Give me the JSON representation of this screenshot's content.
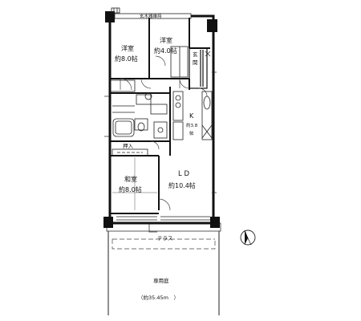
{
  "rooms": {
    "western_room_1": {
      "name": "洋室",
      "area": "約8.0帖"
    },
    "western_room_2": {
      "name": "洋室",
      "area": "約4.0帖"
    },
    "entrance": {
      "line1": "玄",
      "line2": "関"
    },
    "kitchen": {
      "name": "K",
      "area": "約3.8",
      "extra": "帖"
    },
    "storage": {
      "name": "押入"
    },
    "japanese_room": {
      "name": "和室",
      "area": "約8.0帖"
    },
    "living_dining": {
      "name": "L D",
      "area": "約10.4帖"
    },
    "terrace": {
      "name": "テラス"
    },
    "private_garden": {
      "name": "専用庭",
      "area": "（約35.45m　）"
    }
  },
  "top_label": "玄木器維持",
  "icons": [
    "north-arrow-icon"
  ]
}
